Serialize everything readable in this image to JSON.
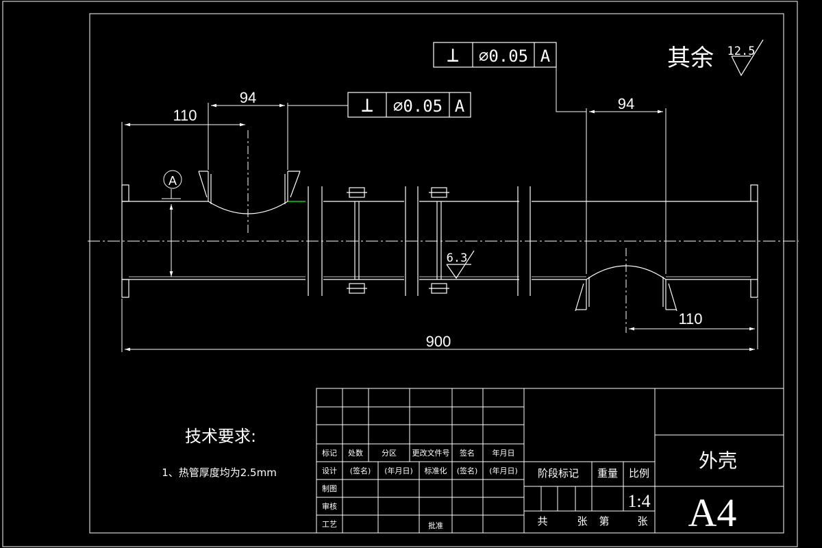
{
  "colors": {
    "background": "#000000",
    "lines": "#ffffff",
    "weld_mark": "#00ff00"
  },
  "drawing": {
    "dimensions": {
      "left_offset": "110",
      "left_branch_width": "94",
      "right_branch_width": "94",
      "right_offset": "110",
      "overall_length": "900"
    },
    "datum_label": "A",
    "tolerance_frames": [
      {
        "symbol": "⊥",
        "value": "∅0.05",
        "datum": "A"
      },
      {
        "symbol": "⊥",
        "value": "∅0.05",
        "datum": "A"
      }
    ],
    "surface_roughness": {
      "general_label": "其余",
      "general_value": "12.5",
      "local_value": "6.3"
    }
  },
  "notes": {
    "title": "技术要求:",
    "items": [
      "1、热管厚度均为2.5mm"
    ]
  },
  "title_block": {
    "headers": [
      "标记",
      "处数",
      "分区",
      "更改文件号",
      "签名",
      "年月日"
    ],
    "design_row": [
      "设计",
      "(签名)",
      "(年月日)",
      "标准化",
      "(签名)",
      "(年月日)"
    ],
    "rows": [
      "制图",
      "审核",
      "工艺"
    ],
    "approve": "批准",
    "stage_mark": "阶段标记",
    "weight": "重量",
    "scale_label": "比例",
    "scale_value": "1:4",
    "sheets_total": "共",
    "sheets_unit_a": "张",
    "sheet_no": "第",
    "sheets_unit_b": "张",
    "part_name": "外壳",
    "paper_size": "A4"
  }
}
